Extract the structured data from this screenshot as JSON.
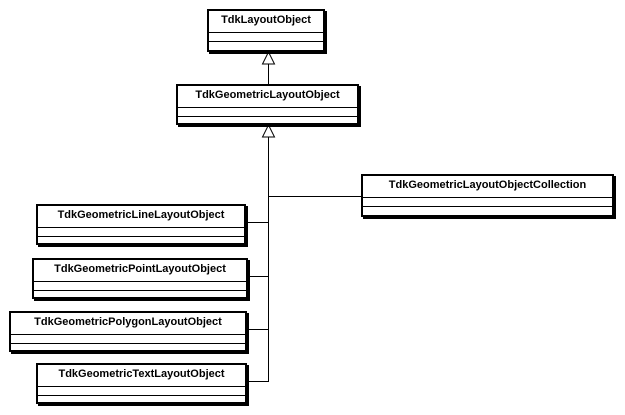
{
  "diagram": {
    "classes": {
      "layout_object": "TdkLayoutObject",
      "geometric_layout_object": "TdkGeometricLayoutObject",
      "geometric_layout_object_collection": "TdkGeometricLayoutObjectCollection",
      "geometric_line_layout_object": "TdkGeometricLineLayoutObject",
      "geometric_point_layout_object": "TdkGeometricPointLayoutObject",
      "geometric_polygon_layout_object": "TdkGeometricPolygonLayoutObject",
      "geometric_text_layout_object": "TdkGeometricTextLayoutObject"
    },
    "relationships": [
      {
        "type": "inheritance",
        "child": "TdkGeometricLayoutObject",
        "parent": "TdkLayoutObject"
      },
      {
        "type": "inheritance",
        "child": "TdkGeometricLayoutObjectCollection",
        "parent": "TdkGeometricLayoutObject"
      },
      {
        "type": "inheritance",
        "child": "TdkGeometricLineLayoutObject",
        "parent": "TdkGeometricLayoutObject"
      },
      {
        "type": "inheritance",
        "child": "TdkGeometricPointLayoutObject",
        "parent": "TdkGeometricLayoutObject"
      },
      {
        "type": "inheritance",
        "child": "TdkGeometricPolygonLayoutObject",
        "parent": "TdkGeometricLayoutObject"
      },
      {
        "type": "inheritance",
        "child": "TdkGeometricTextLayoutObject",
        "parent": "TdkGeometricLayoutObject"
      }
    ],
    "colors": {
      "line": "#000000",
      "background": "#ffffff"
    }
  }
}
